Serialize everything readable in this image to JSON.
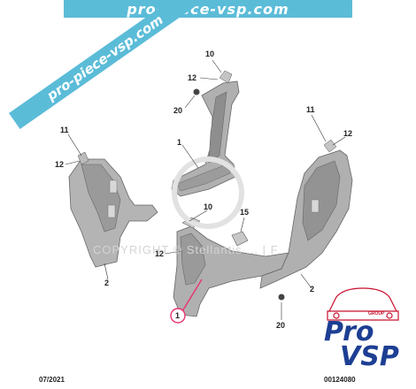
{
  "banner": {
    "text": "pro-piece-vsp.com"
  },
  "diagonal_watermark": {
    "text": "pro-piece-vsp.com"
  },
  "copyright_watermark": {
    "text": "COPYRIGHT © Stellantis ... | F"
  },
  "part_labels": [
    "10",
    "12",
    "20",
    "1",
    "11",
    "12",
    "2",
    "10",
    "15",
    "12",
    "1",
    "2",
    "20",
    "11",
    "12"
  ],
  "footer": {
    "date": "07/2021",
    "reference": "00124080"
  },
  "logo": {
    "line1": "Pro",
    "line2": "VSP",
    "group": "GROUP"
  },
  "colors": {
    "banner": "#5bbcd8",
    "part_fill": "#b0b0b0",
    "part_dark": "#8c8c8c",
    "callout": "#e8336e",
    "logo_blue": "#1d3f93",
    "logo_red": "#c8102e"
  }
}
